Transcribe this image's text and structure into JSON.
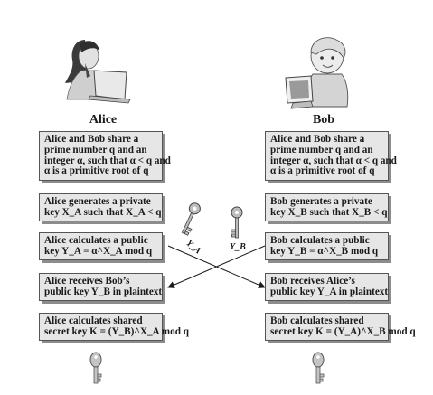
{
  "alice": {
    "name": "Alice",
    "box1": [
      "Alice and Bob share a",
      "prime number q and an",
      "integer α, such that α < q and",
      "α is a primitive root of q"
    ],
    "box2": [
      "Alice generates a private",
      "key X_A such that X_A < q"
    ],
    "box3": [
      "Alice calculates a public",
      "key Y_A = α^X_A mod q"
    ],
    "box4": [
      "Alice receives Bob’s",
      "public key Y_B in plaintext"
    ],
    "box5": [
      "Alice calculates shared",
      "secret key K = (Y_B)^X_A mod q"
    ]
  },
  "bob": {
    "name": "Bob",
    "box1": [
      "Alice and Bob share a",
      "prime number q and an",
      "integer α, such that α < q and",
      "α is a primitive root of q"
    ],
    "box2": [
      "Bob generates a private",
      "key X_B such that X_B < q"
    ],
    "box3": [
      "Bob calculates a public",
      "key Y_B = α^X_B mod q"
    ],
    "box4": [
      "Bob receives Alice’s",
      "public key Y_A in plaintext"
    ],
    "box5": [
      "Bob calculates shared",
      "secret key K = (Y_A)^X_B mod q"
    ]
  },
  "keys": {
    "left_label": "Y_A",
    "right_label": "Y_B"
  },
  "colors": {
    "box_fill": "#e6e6e6",
    "box_shadow": "#8c8c8c",
    "key": "#b8b8b8",
    "line": "#1a1a1a"
  }
}
